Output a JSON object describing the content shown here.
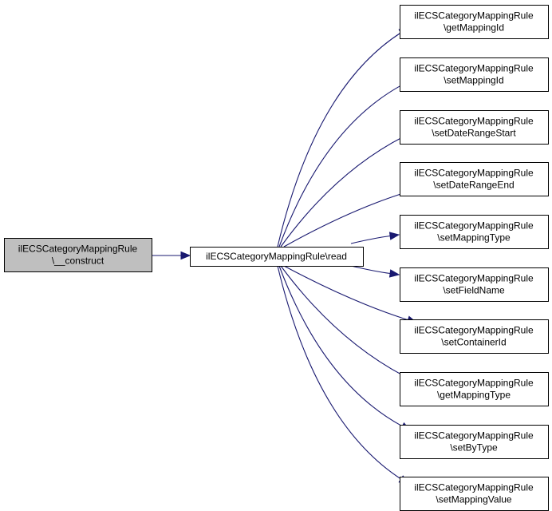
{
  "colors": {
    "root_fill": "#bfbfbf",
    "node_fill": "#ffffff",
    "node_border": "#000000",
    "edge": "#191970"
  },
  "nodes": [
    {
      "id": "construct",
      "lines": [
        "ilECSCategoryMappingRule",
        "\\__construct"
      ],
      "highlighted": true
    },
    {
      "id": "read",
      "lines": [
        "ilECSCategoryMappingRule\\read"
      ],
      "highlighted": false
    },
    {
      "id": "getMappingId",
      "lines": [
        "ilECSCategoryMappingRule",
        "\\getMappingId"
      ],
      "highlighted": false
    },
    {
      "id": "setMappingId",
      "lines": [
        "ilECSCategoryMappingRule",
        "\\setMappingId"
      ],
      "highlighted": false
    },
    {
      "id": "setDateRangeStart",
      "lines": [
        "ilECSCategoryMappingRule",
        "\\setDateRangeStart"
      ],
      "highlighted": false
    },
    {
      "id": "setDateRangeEnd",
      "lines": [
        "ilECSCategoryMappingRule",
        "\\setDateRangeEnd"
      ],
      "highlighted": false
    },
    {
      "id": "setMappingType",
      "lines": [
        "ilECSCategoryMappingRule",
        "\\setMappingType"
      ],
      "highlighted": false
    },
    {
      "id": "setFieldName",
      "lines": [
        "ilECSCategoryMappingRule",
        "\\setFieldName"
      ],
      "highlighted": false
    },
    {
      "id": "setContainerId",
      "lines": [
        "ilECSCategoryMappingRule",
        "\\setContainerId"
      ],
      "highlighted": false
    },
    {
      "id": "getMappingType",
      "lines": [
        "ilECSCategoryMappingRule",
        "\\getMappingType"
      ],
      "highlighted": false
    },
    {
      "id": "setByType",
      "lines": [
        "ilECSCategoryMappingRule",
        "\\setByType"
      ],
      "highlighted": false
    },
    {
      "id": "setMappingValue",
      "lines": [
        "ilECSCategoryMappingRule",
        "\\setMappingValue"
      ],
      "highlighted": false
    }
  ],
  "edges": [
    {
      "from": "construct",
      "to": "read"
    },
    {
      "from": "read",
      "to": "getMappingId"
    },
    {
      "from": "read",
      "to": "setMappingId"
    },
    {
      "from": "read",
      "to": "setDateRangeStart"
    },
    {
      "from": "read",
      "to": "setDateRangeEnd"
    },
    {
      "from": "read",
      "to": "setMappingType"
    },
    {
      "from": "read",
      "to": "setFieldName"
    },
    {
      "from": "read",
      "to": "setContainerId"
    },
    {
      "from": "read",
      "to": "getMappingType"
    },
    {
      "from": "read",
      "to": "setByType"
    },
    {
      "from": "read",
      "to": "setMappingValue"
    }
  ]
}
